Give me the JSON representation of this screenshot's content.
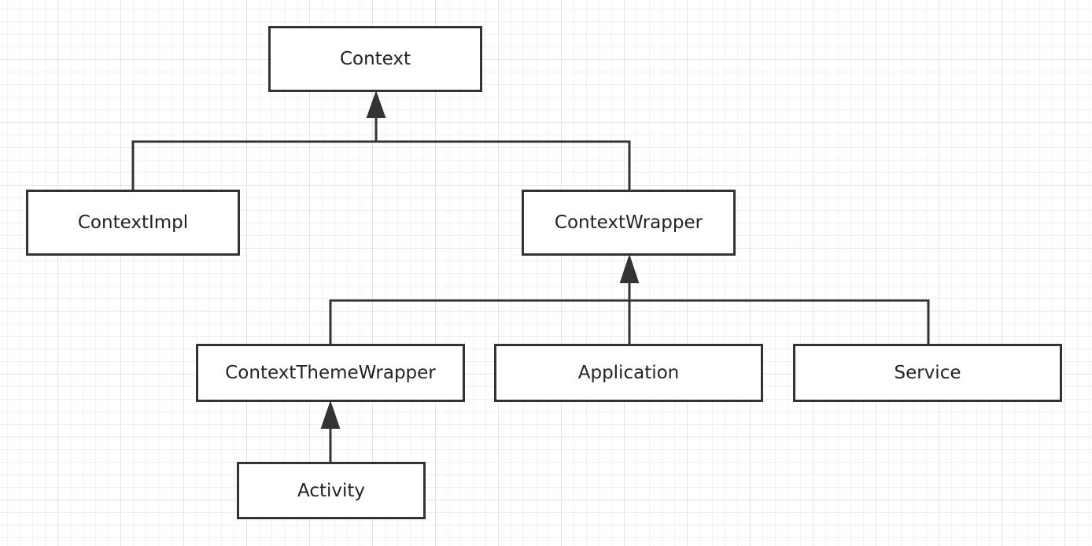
{
  "diagram": {
    "nodes": [
      {
        "id": "context",
        "label": "Context"
      },
      {
        "id": "contextimpl",
        "label": "ContextImpl"
      },
      {
        "id": "contextwrapper",
        "label": "ContextWrapper"
      },
      {
        "id": "contextthemewrapper",
        "label": "ContextThemeWrapper"
      },
      {
        "id": "application",
        "label": "Application"
      },
      {
        "id": "service",
        "label": "Service"
      },
      {
        "id": "activity",
        "label": "Activity"
      }
    ],
    "edges": [
      {
        "from": "contextimpl",
        "to": "context",
        "type": "inheritance"
      },
      {
        "from": "contextwrapper",
        "to": "context",
        "type": "inheritance"
      },
      {
        "from": "contextthemewrapper",
        "to": "contextwrapper",
        "type": "inheritance"
      },
      {
        "from": "application",
        "to": "contextwrapper",
        "type": "inheritance"
      },
      {
        "from": "service",
        "to": "contextwrapper",
        "type": "inheritance"
      },
      {
        "from": "activity",
        "to": "contextthemewrapper",
        "type": "inheritance"
      }
    ],
    "colors": {
      "line": "#333333",
      "text": "#222222",
      "grid": "#e4e4e4"
    }
  }
}
